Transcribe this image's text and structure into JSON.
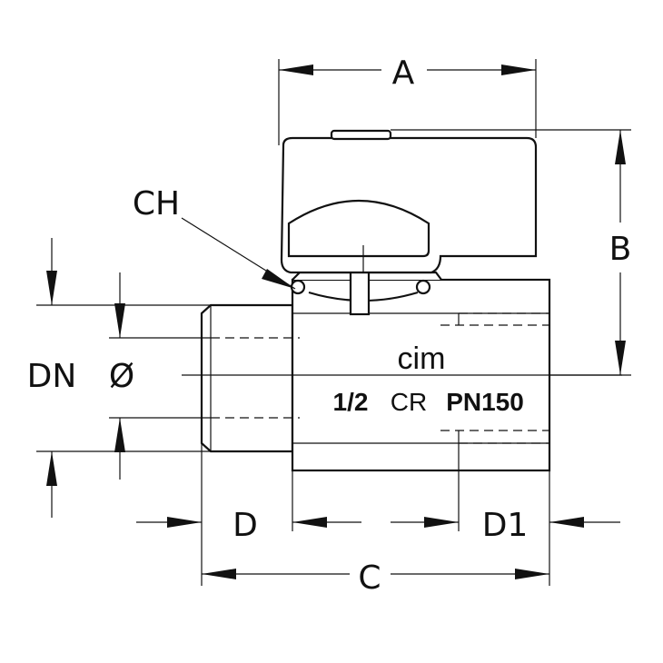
{
  "drawing": {
    "dimension_labels": {
      "A": "A",
      "B": "B",
      "C": "C",
      "D": "D",
      "D1": "D1",
      "DN": "DN",
      "diameter": "Ø",
      "CH": "CH"
    },
    "body_markings": {
      "brand": "cim",
      "size": "1/2",
      "certification_logo": "CR",
      "pressure": "PN150"
    }
  }
}
